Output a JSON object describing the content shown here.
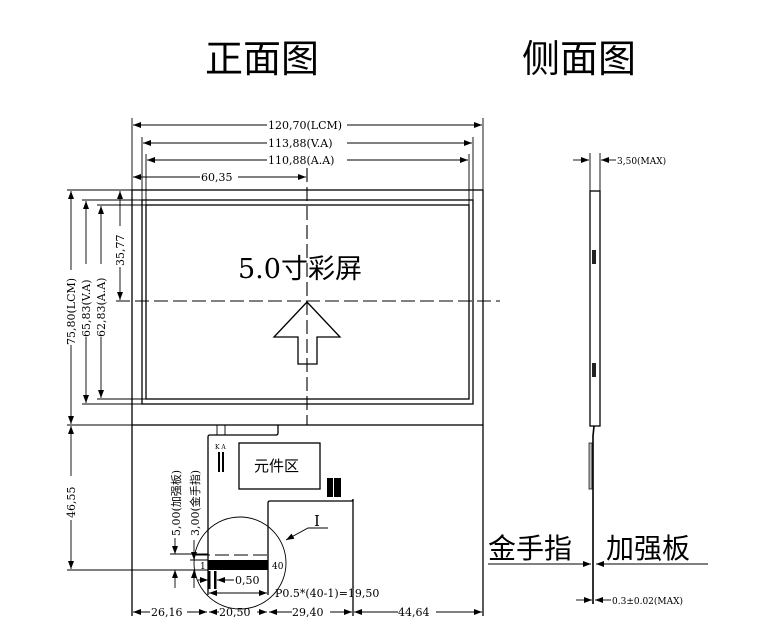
{
  "titles": {
    "front": "正面图",
    "side": "侧面图"
  },
  "screen_label": "5.0寸彩屏",
  "component_area": "元件区",
  "pin_labels": {
    "ka": "K A",
    "first": "1",
    "last": "40"
  },
  "detail_label": "I",
  "dimensions": {
    "lcm_width": "120,70(LCM)",
    "va_width": "113,88(V.A)",
    "aa_width": "110,88(A.A)",
    "center_x": "60,35",
    "lcm_height": "75,80(LCM)",
    "va_height": "65,83(V.A)",
    "aa_height": "62,83(A.A)",
    "center_y": "35,77",
    "fpc_length": "46,55",
    "stiffener": "5,00(加强板)",
    "gold_finger": "3,00(金手指)",
    "pin_width": "0,50",
    "pitch": "P0.5*(40-1)=19,50",
    "left_offset": "26,16",
    "fpc_width": "20,50",
    "mid_offset": "29,40",
    "right_offset": "44,64",
    "thickness": "3,50(MAX)",
    "fpc_thickness": "0.3±0.02(MAX)"
  },
  "side_labels": {
    "gold_finger": "金手指",
    "stiffener": "加强板"
  }
}
